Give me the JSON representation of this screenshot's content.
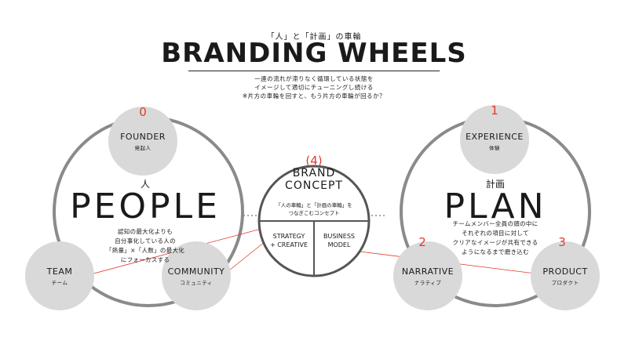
{
  "header": {
    "subtitle": "「人」と「計画」の車輪",
    "title": "BRANDING WHEELS",
    "desc_lines": [
      "一連の流れが滞りなく循環している状態を",
      "イメージして適切にチューニングし続ける",
      "※片方の車輪を回すと、もう片方の車輪が回るか？"
    ]
  },
  "people_wheel": {
    "kanji": "人",
    "word": "PEOPLE",
    "desc_lines": [
      "認知の最大化よりも",
      "自分事化している人の",
      "「熱量」×「人数」の最大化",
      "にフォーカスする"
    ]
  },
  "plan_wheel": {
    "kanji": "計画",
    "word": "PLAN",
    "desc_lines": [
      "チームメンバー全員の頭の中に",
      "それぞれの項目に対して",
      "クリアなイメージが共有できる",
      "ようになるまで磨き込む"
    ]
  },
  "nodes": {
    "founder": {
      "label": "FOUNDER",
      "sub": "発起人",
      "number": "0"
    },
    "team": {
      "label": "TEAM",
      "sub": "チーム"
    },
    "community": {
      "label": "COMMUNITY",
      "sub": "コミュニティ"
    },
    "experience": {
      "label": "EXPERIENCE",
      "sub": "体験",
      "number": "1"
    },
    "narrative": {
      "label": "NARRATIVE",
      "sub": "ナラティブ",
      "number": "2"
    },
    "product": {
      "label": "PRODUCT",
      "sub": "プロダクト",
      "number": "3"
    }
  },
  "brand_concept": {
    "number": "(4)",
    "line1": "BRAND",
    "line2": "CONCEPT",
    "desc_lines": [
      "「人の車輪」と「計画の車輪」を",
      "つなぎこむコンセプト"
    ],
    "left_lines": [
      "STRATEGY",
      "+ CREATIVE"
    ],
    "right_lines": [
      "BUSINESS",
      "MODEL"
    ]
  },
  "colors": {
    "accent": "#e03a2c",
    "node_fill": "#d9d9d9",
    "stroke": "#8a8a8a",
    "dark_stroke": "#555555"
  }
}
